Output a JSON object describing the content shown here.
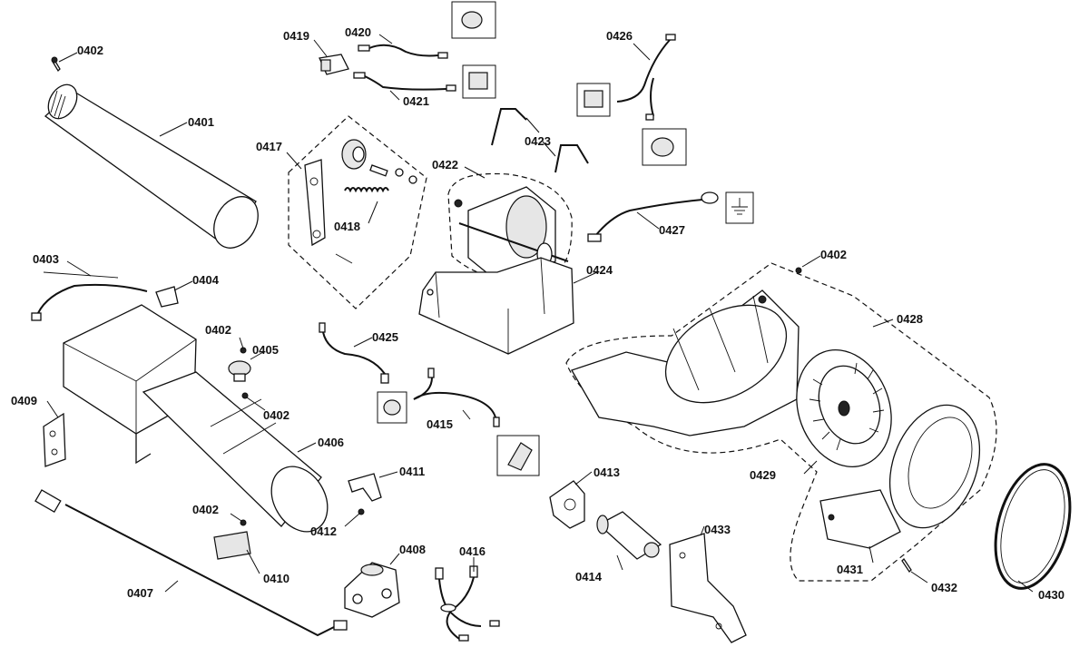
{
  "diagram": {
    "labels": {
      "p0401": "0401",
      "p0402a": "0402",
      "p0402b": "0402",
      "p0402c": "0402",
      "p0402d": "0402",
      "p0402e": "0402",
      "p0403": "0403",
      "p0404": "0404",
      "p0405": "0405",
      "p0406": "0406",
      "p0407": "0407",
      "p0408": "0408",
      "p0409": "0409",
      "p0410": "0410",
      "p0411": "0411",
      "p0412": "0412",
      "p0413": "0413",
      "p0414": "0414",
      "p0415": "0415",
      "p0416": "0416",
      "p0417": "0417",
      "p0418": "0418",
      "p0419": "0419",
      "p0420": "0420",
      "p0421": "0421",
      "p0422": "0422",
      "p0423": "0423",
      "p0424": "0424",
      "p0425": "0425",
      "p0426": "0426",
      "p0427": "0427",
      "p0428": "0428",
      "p0429": "0429",
      "p0430": "0430",
      "p0431": "0431",
      "p0432": "0432",
      "p0433": "0433"
    }
  }
}
